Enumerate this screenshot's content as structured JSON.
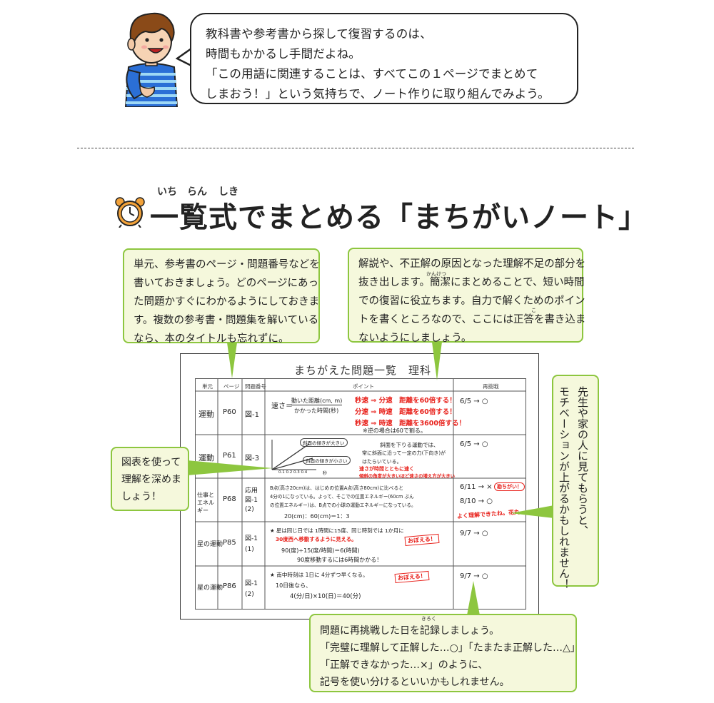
{
  "speech": {
    "lines": [
      "教科書や参考書から探して復習するのは、",
      "時間もかかるし手間だよね。",
      "「この用語に関連することは、すべてこの１ページでまとめて",
      "しまおう！」という気持ちで、ノート作りに取り組んでみよう。"
    ]
  },
  "title": {
    "text": "一覧式でまとめる「まちがいノート」",
    "ruby": [
      "いち",
      "らん",
      "しき"
    ]
  },
  "callouts": {
    "unit": [
      "単元、参考書のページ・問題番号などを",
      "書いておきましょう。どのページにあっ",
      "た問題かすぐにわかるようにしておきま",
      "す。複数の参考書・問題集を解いている",
      "なら、本のタイトルも忘れずに。"
    ],
    "point": [
      "解説や、不正解の原因となった理解不足の部分を",
      "抜き出します。簡潔にまとめることで、短い時間",
      "での復習に役立ちます。自力で解くためのポイン",
      "トを書くところなので、ここには正答を書き込ま",
      "ないようにしましょう。"
    ],
    "point_ruby": [
      "かんけつ",
      "こ"
    ],
    "diagram": [
      "図表を使って",
      "理解を深めま",
      "しょう！"
    ],
    "teacher": [
      "先生や家の人に見てもらうと、",
      "モチベーションが上がるかもしれません！"
    ],
    "record": [
      "問題に再挑戦した日を記録しましょう。",
      "「完璧に理解して正解した…○」「たまたま正解した…△」",
      "「正解できなかった…×」のように、",
      "記号を使い分けるといいかもしれません。"
    ],
    "record_ruby": "きろく"
  },
  "sheet": {
    "title": "まちがえた問題一覧　理科",
    "headers": [
      "単元",
      "ページ",
      "問題番号",
      "ポイント",
      "再挑戦"
    ],
    "rows": [
      {
        "unit": "運動",
        "page": "P60",
        "num": "図-1",
        "date": "6/5 → ○"
      },
      {
        "unit": "運動",
        "page": "P61",
        "num": "図-3",
        "date": "6/5 → ○"
      },
      {
        "unit": "仕事とエネルギー",
        "page": "P68",
        "num": "応用 図-1 (2)",
        "date": "6/11 → ×",
        "date2": "8/10 → ○"
      },
      {
        "unit": "星の運動",
        "page": "P85",
        "num": "図-1 (1)",
        "date": "9/7 → ○"
      },
      {
        "unit": "星の運動",
        "page": "P86",
        "num": "図-1 (2)",
        "date": "9/7 → ○"
      }
    ],
    "row1": {
      "formula_a": "速さ＝",
      "formula_b": "動いた距離(cm, m)",
      "formula_c": "かかった時間(秒)",
      "red1": "秒速 ⇒ 分速　距離を60倍する！",
      "red2": "分速 ⇒ 時速　距離を60倍する！",
      "red3": "秒速 ⇒ 時速　距離を3600倍する！",
      "note": "※逆の場合は60で割る。"
    },
    "row2": {
      "label1": "斜面の傾きが大きい",
      "label2": "斜面の傾きが小さい",
      "axis": "0.1 0.2 0.3 0.4",
      "unit": "秒",
      "text1": "斜面を下りる運動では、",
      "text2": "常に斜面に沿って一定の力(下向き)が",
      "text3": "はたらいている。",
      "red1": "速さが時間とともに速く",
      "red2": "傾斜の角度が大きいほど速さの増え方が大きい"
    },
    "row3": {
      "t1": "B点(高さ20cm)は、はじめの位置A点(高さ80cm)に比べると",
      "t2": "4分の1になっている。よって、そこでの位置エネルギー(60cm ぶん",
      "t3": "の位置エネルギー)は、B点での小球の運動エネルギーになっている。",
      "t4": "20(cm)：60(cm)＝1：3",
      "badge": "勘ちがい！",
      "red": "よく理解できたね。花丸"
    },
    "row4": {
      "t1": "★ 星は同じ日では 1時間に15度、同じ時刻では 1か月に",
      "t2": "30度西へ移動するように見える。",
      "t3": "90(度)÷15(度/時間)＝6(時間)",
      "t4": "90度移動するには6時間かかる！",
      "badge": "おぼえる！"
    },
    "row5": {
      "t1": "★ 南中時刻は 1日に 4分ずつ早くなる。",
      "t2": "10日後なら、",
      "t3": "4(分/日)×10(日)＝40(分)",
      "badge": "おぼえる！"
    }
  },
  "colors": {
    "callout_border": "#8dc63f",
    "callout_fill": "#f5f8dc",
    "red": "#e8211b"
  },
  "icons": [
    "boy-character",
    "alarm-clock-icon"
  ]
}
